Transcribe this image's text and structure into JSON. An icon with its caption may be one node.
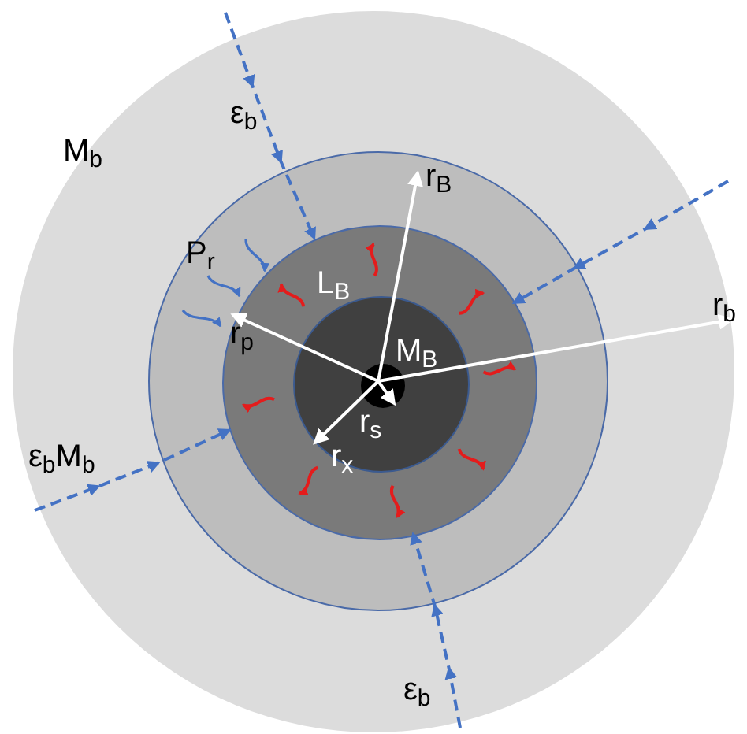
{
  "diagram": {
    "nodes": [
      {
        "text": [
          "M$_{b}$"
        ]
      },
      {
        "text": [
          "P$_{r}$"
        ],
        "in": 0
      },
      {
        "text": [
          "L$_{B}$"
        ],
        "in": 1
      },
      {
        "text": [
          "M$_{B}$"
        ],
        "in": 2
      },
      {
        "text": [],
        "shape": "circle",
        "in": 3
      }
    ],
    "edges": [
      {
        "from": null,
        "to": 2,
        "arrow": "to",
        "style": "dashed"
      },
      {
        "from": null,
        "to": 2,
        "arrow": "to",
        "style": "dashed"
      },
      {
        "from": null,
        "to": 2,
        "arrow": "to",
        "style": "dashed"
      },
      {
        "from": null,
        "to": 2,
        "arrow": "to",
        "style": "dashed"
      }
    ],
    "labels": [
      "ε$_{b}$",
      "r$_{B}$",
      "r$_{p}$",
      "r$_{b}$",
      "r$_{s}$",
      "r$_{x}$",
      "ε$_{b}$M$_{b}$",
      "ε$_{b}$"
    ]
  }
}
